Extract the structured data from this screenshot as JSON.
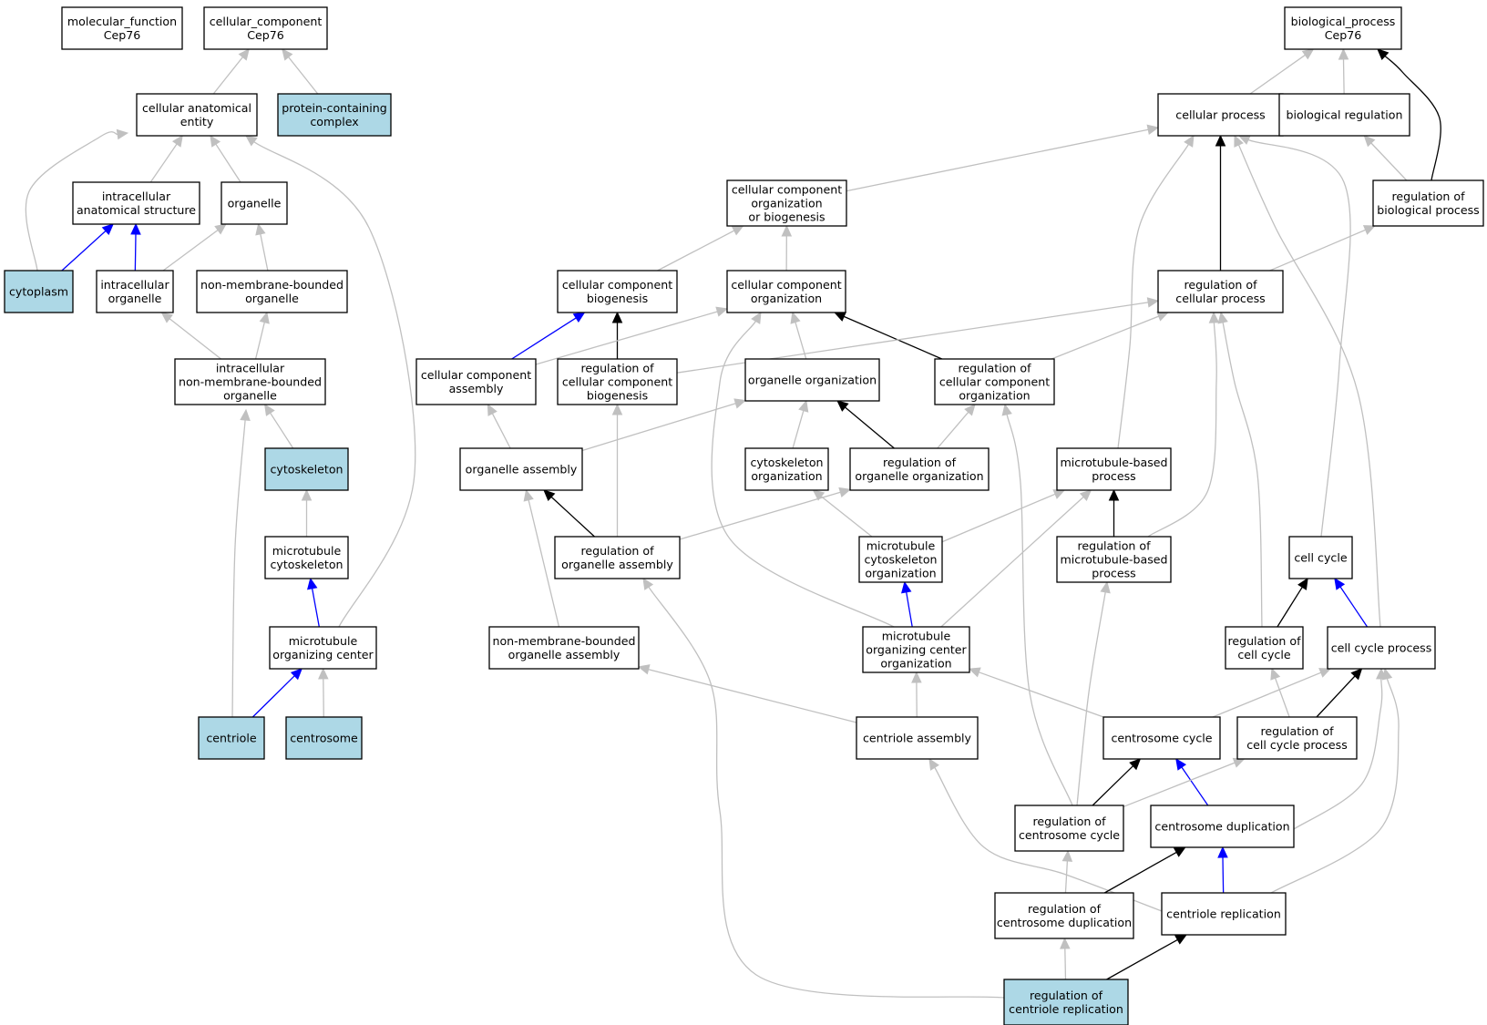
{
  "colors": {
    "highlight_fill": "#add8e6",
    "default_fill": "#ffffff",
    "is_a": "#000000",
    "part_of": "#0000ff",
    "regulates": "#c0c0c0"
  },
  "nodes": [
    {
      "id": "mf",
      "lines": [
        "molecular_function",
        "Cep76"
      ],
      "highlighted": false
    },
    {
      "id": "cc",
      "lines": [
        "cellular_component",
        "Cep76"
      ],
      "highlighted": false
    },
    {
      "id": "bp",
      "lines": [
        "biological_process",
        "Cep76"
      ],
      "highlighted": false
    },
    {
      "id": "cae",
      "lines": [
        "cellular anatomical",
        "entity"
      ],
      "highlighted": false
    },
    {
      "id": "pcc",
      "lines": [
        "protein-containing",
        "complex"
      ],
      "highlighted": true
    },
    {
      "id": "ias",
      "lines": [
        "intracellular",
        "anatomical structure"
      ],
      "highlighted": false
    },
    {
      "id": "org",
      "lines": [
        "organelle"
      ],
      "highlighted": false
    },
    {
      "id": "cyto",
      "lines": [
        "cytoplasm"
      ],
      "highlighted": true
    },
    {
      "id": "io",
      "lines": [
        "intracellular",
        "organelle"
      ],
      "highlighted": false
    },
    {
      "id": "nmbo",
      "lines": [
        "non-membrane-bounded",
        "organelle"
      ],
      "highlighted": false
    },
    {
      "id": "inmbo",
      "lines": [
        "intracellular",
        "non-membrane-bounded",
        "organelle"
      ],
      "highlighted": false
    },
    {
      "id": "cytosk",
      "lines": [
        "cytoskeleton"
      ],
      "highlighted": true
    },
    {
      "id": "mtcs",
      "lines": [
        "microtubule",
        "cytoskeleton"
      ],
      "highlighted": false
    },
    {
      "id": "mtoc",
      "lines": [
        "microtubule",
        "organizing center"
      ],
      "highlighted": false
    },
    {
      "id": "centriole",
      "lines": [
        "centriole"
      ],
      "highlighted": true
    },
    {
      "id": "centrosome",
      "lines": [
        "centrosome"
      ],
      "highlighted": true
    },
    {
      "id": "cp",
      "lines": [
        "cellular process"
      ],
      "highlighted": false
    },
    {
      "id": "br",
      "lines": [
        "biological regulation"
      ],
      "highlighted": false
    },
    {
      "id": "ccob",
      "lines": [
        "cellular component",
        "organization",
        "or biogenesis"
      ],
      "highlighted": false
    },
    {
      "id": "rbp",
      "lines": [
        "regulation of",
        "biological process"
      ],
      "highlighted": false
    },
    {
      "id": "ccb",
      "lines": [
        "cellular component",
        "biogenesis"
      ],
      "highlighted": false
    },
    {
      "id": "cco",
      "lines": [
        "cellular component",
        "organization"
      ],
      "highlighted": false
    },
    {
      "id": "rcp",
      "lines": [
        "regulation of",
        "cellular process"
      ],
      "highlighted": false
    },
    {
      "id": "cca",
      "lines": [
        "cellular component",
        "assembly"
      ],
      "highlighted": false
    },
    {
      "id": "rccb",
      "lines": [
        "regulation of",
        "cellular component",
        "biogenesis"
      ],
      "highlighted": false
    },
    {
      "id": "oo",
      "lines": [
        "organelle organization"
      ],
      "highlighted": false
    },
    {
      "id": "rcco",
      "lines": [
        "regulation of",
        "cellular component",
        "organization"
      ],
      "highlighted": false
    },
    {
      "id": "oa",
      "lines": [
        "organelle assembly"
      ],
      "highlighted": false
    },
    {
      "id": "cso",
      "lines": [
        "cytoskeleton",
        "organization"
      ],
      "highlighted": false
    },
    {
      "id": "roo",
      "lines": [
        "regulation of",
        "organelle organization"
      ],
      "highlighted": false
    },
    {
      "id": "mbp",
      "lines": [
        "microtubule-based",
        "process"
      ],
      "highlighted": false
    },
    {
      "id": "roa",
      "lines": [
        "regulation of",
        "organelle assembly"
      ],
      "highlighted": false
    },
    {
      "id": "mtcso",
      "lines": [
        "microtubule",
        "cytoskeleton",
        "organization"
      ],
      "highlighted": false
    },
    {
      "id": "rmbp",
      "lines": [
        "regulation of",
        "microtubule-based",
        "process"
      ],
      "highlighted": false
    },
    {
      "id": "cc2",
      "lines": [
        "cell cycle"
      ],
      "highlighted": false
    },
    {
      "id": "nmboa",
      "lines": [
        "non-membrane-bounded",
        "organelle assembly"
      ],
      "highlighted": false
    },
    {
      "id": "mtoco",
      "lines": [
        "microtubule",
        "organizing center",
        "organization"
      ],
      "highlighted": false
    },
    {
      "id": "rcc",
      "lines": [
        "regulation of",
        "cell cycle"
      ],
      "highlighted": false
    },
    {
      "id": "ccp",
      "lines": [
        "cell cycle process"
      ],
      "highlighted": false
    },
    {
      "id": "ca",
      "lines": [
        "centriole assembly"
      ],
      "highlighted": false
    },
    {
      "id": "csc",
      "lines": [
        "centrosome cycle"
      ],
      "highlighted": false
    },
    {
      "id": "rccp",
      "lines": [
        "regulation of",
        "cell cycle process"
      ],
      "highlighted": false
    },
    {
      "id": "rcsc",
      "lines": [
        "regulation of",
        "centrosome cycle"
      ],
      "highlighted": false
    },
    {
      "id": "csd",
      "lines": [
        "centrosome duplication"
      ],
      "highlighted": false
    },
    {
      "id": "rcsd",
      "lines": [
        "regulation of",
        "centrosome duplication"
      ],
      "highlighted": false
    },
    {
      "id": "cr",
      "lines": [
        "centriole replication"
      ],
      "highlighted": false
    },
    {
      "id": "rcr",
      "lines": [
        "regulation of",
        "centriole replication"
      ],
      "highlighted": true
    }
  ],
  "edges": [
    {
      "from": "cae",
      "to": "cc",
      "type": "regulates"
    },
    {
      "from": "pcc",
      "to": "cc",
      "type": "regulates"
    },
    {
      "from": "ias",
      "to": "cae",
      "type": "regulates"
    },
    {
      "from": "org",
      "to": "cae",
      "type": "regulates"
    },
    {
      "from": "cyto",
      "to": "cae",
      "type": "regulates"
    },
    {
      "from": "mtoc",
      "to": "cae",
      "type": "regulates"
    },
    {
      "from": "cyto",
      "to": "ias",
      "type": "part_of"
    },
    {
      "from": "io",
      "to": "ias",
      "type": "part_of"
    },
    {
      "from": "io",
      "to": "org",
      "type": "regulates"
    },
    {
      "from": "nmbo",
      "to": "org",
      "type": "regulates"
    },
    {
      "from": "inmbo",
      "to": "io",
      "type": "regulates"
    },
    {
      "from": "inmbo",
      "to": "nmbo",
      "type": "regulates"
    },
    {
      "from": "cytosk",
      "to": "inmbo",
      "type": "regulates"
    },
    {
      "from": "centriole",
      "to": "inmbo",
      "type": "regulates"
    },
    {
      "from": "mtcs",
      "to": "cytosk",
      "type": "regulates"
    },
    {
      "from": "mtoc",
      "to": "mtcs",
      "type": "part_of"
    },
    {
      "from": "centriole",
      "to": "mtoc",
      "type": "part_of"
    },
    {
      "from": "centrosome",
      "to": "mtoc",
      "type": "regulates"
    },
    {
      "from": "cp",
      "to": "bp",
      "type": "regulates"
    },
    {
      "from": "br",
      "to": "bp",
      "type": "regulates"
    },
    {
      "from": "rbp",
      "to": "bp",
      "type": "is_a"
    },
    {
      "from": "ccob",
      "to": "cp",
      "type": "regulates"
    },
    {
      "from": "rcp",
      "to": "cp",
      "type": "is_a"
    },
    {
      "from": "mbp",
      "to": "cp",
      "type": "regulates"
    },
    {
      "from": "cc2",
      "to": "cp",
      "type": "regulates"
    },
    {
      "from": "ccp",
      "to": "cp",
      "type": "regulates"
    },
    {
      "from": "rbp",
      "to": "br",
      "type": "regulates"
    },
    {
      "from": "rcp",
      "to": "rbp",
      "type": "regulates"
    },
    {
      "from": "ccb",
      "to": "ccob",
      "type": "regulates"
    },
    {
      "from": "cco",
      "to": "ccob",
      "type": "regulates"
    },
    {
      "from": "cca",
      "to": "ccb",
      "type": "part_of"
    },
    {
      "from": "rccb",
      "to": "ccb",
      "type": "is_a"
    },
    {
      "from": "cca",
      "to": "cco",
      "type": "regulates"
    },
    {
      "from": "oo",
      "to": "cco",
      "type": "regulates"
    },
    {
      "from": "rcco",
      "to": "cco",
      "type": "is_a"
    },
    {
      "from": "mtoco",
      "to": "cco",
      "type": "regulates"
    },
    {
      "from": "rccb",
      "to": "rcp",
      "type": "regulates"
    },
    {
      "from": "rcco",
      "to": "rcp",
      "type": "regulates"
    },
    {
      "from": "rmbp",
      "to": "rcp",
      "type": "regulates"
    },
    {
      "from": "rcc",
      "to": "rcp",
      "type": "regulates"
    },
    {
      "from": "oa",
      "to": "cca",
      "type": "regulates"
    },
    {
      "from": "roa",
      "to": "rccb",
      "type": "regulates"
    },
    {
      "from": "oa",
      "to": "oo",
      "type": "regulates"
    },
    {
      "from": "cso",
      "to": "oo",
      "type": "regulates"
    },
    {
      "from": "roo",
      "to": "oo",
      "type": "is_a"
    },
    {
      "from": "roo",
      "to": "rcco",
      "type": "regulates"
    },
    {
      "from": "rcsc",
      "to": "rcco",
      "type": "regulates"
    },
    {
      "from": "roa",
      "to": "oa",
      "type": "is_a"
    },
    {
      "from": "nmboa",
      "to": "oa",
      "type": "regulates"
    },
    {
      "from": "mtcso",
      "to": "cso",
      "type": "regulates"
    },
    {
      "from": "roa",
      "to": "roo",
      "type": "regulates"
    },
    {
      "from": "mtcso",
      "to": "mbp",
      "type": "regulates"
    },
    {
      "from": "mtoco",
      "to": "mbp",
      "type": "regulates"
    },
    {
      "from": "rmbp",
      "to": "mbp",
      "type": "is_a"
    },
    {
      "from": "rcr",
      "to": "roa",
      "type": "regulates"
    },
    {
      "from": "mtoco",
      "to": "mtcso",
      "type": "part_of"
    },
    {
      "from": "rcsc",
      "to": "rmbp",
      "type": "regulates"
    },
    {
      "from": "rcc",
      "to": "cc2",
      "type": "is_a"
    },
    {
      "from": "ccp",
      "to": "cc2",
      "type": "part_of"
    },
    {
      "from": "ca",
      "to": "nmboa",
      "type": "regulates"
    },
    {
      "from": "ca",
      "to": "mtoco",
      "type": "regulates"
    },
    {
      "from": "csc",
      "to": "mtoco",
      "type": "regulates"
    },
    {
      "from": "rccp",
      "to": "rcc",
      "type": "regulates"
    },
    {
      "from": "csc",
      "to": "ccp",
      "type": "regulates"
    },
    {
      "from": "rccp",
      "to": "ccp",
      "type": "is_a"
    },
    {
      "from": "csd",
      "to": "ccp",
      "type": "regulates"
    },
    {
      "from": "cr",
      "to": "ccp",
      "type": "regulates"
    },
    {
      "from": "cr",
      "to": "ca",
      "type": "regulates"
    },
    {
      "from": "rcsc",
      "to": "csc",
      "type": "is_a"
    },
    {
      "from": "csd",
      "to": "csc",
      "type": "part_of"
    },
    {
      "from": "rcsc",
      "to": "rccp",
      "type": "regulates"
    },
    {
      "from": "rcsd",
      "to": "rcsc",
      "type": "regulates"
    },
    {
      "from": "rcsd",
      "to": "csd",
      "type": "is_a"
    },
    {
      "from": "cr",
      "to": "csd",
      "type": "part_of"
    },
    {
      "from": "rcr",
      "to": "rcsd",
      "type": "regulates"
    },
    {
      "from": "rcr",
      "to": "cr",
      "type": "is_a"
    }
  ]
}
